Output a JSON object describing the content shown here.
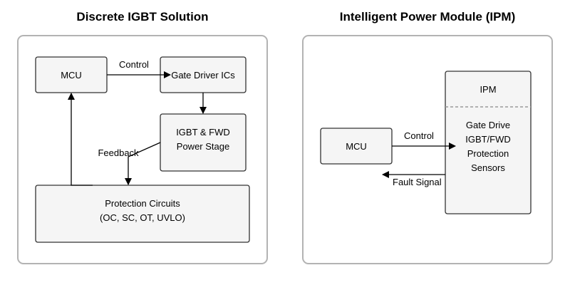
{
  "left": {
    "title": "Discrete IGBT Solution",
    "mcu": "MCU",
    "gate_driver": "Gate Driver ICs",
    "power_stage": [
      "IGBT & FWD",
      "Power Stage"
    ],
    "protection": [
      "Protection Circuits",
      "(OC, SC, OT, UVLO)"
    ],
    "control_label": "Control",
    "feedback_label": "Feedback"
  },
  "right": {
    "title": "Intelligent Power Module (IPM)",
    "mcu": "MCU",
    "ipm_header": "IPM",
    "ipm_lines": [
      "Gate Drive",
      "IGBT/FWD",
      "Protection",
      "Sensors"
    ],
    "control_label": "Control",
    "fault_label": "Fault Signal"
  }
}
